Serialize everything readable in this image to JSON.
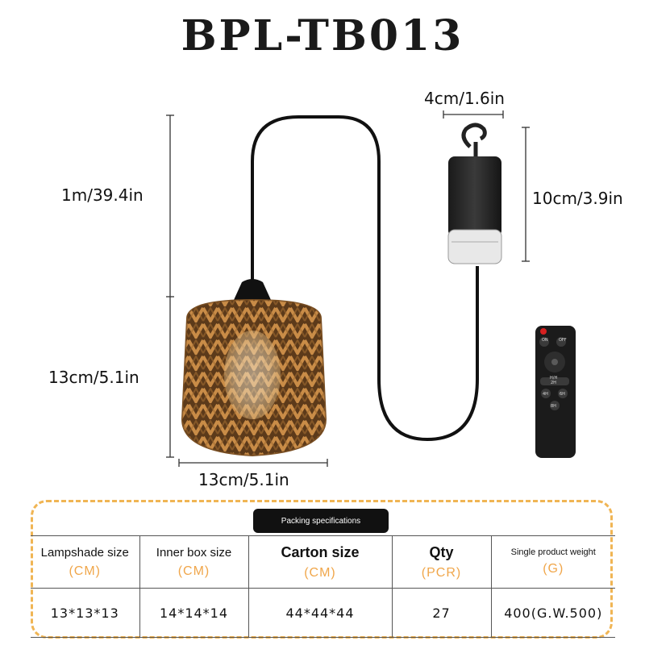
{
  "title": "BPL-TB013",
  "dimensions": {
    "cord_length": "1m/39.4in",
    "shade_height": "13cm/5.1in",
    "shade_width": "13cm/5.1in",
    "battery_width": "4cm/1.6in",
    "battery_height": "10cm/3.9in"
  },
  "remote": {
    "buttons": [
      "ON",
      "OFF",
      "H/H",
      "2H",
      "4H",
      "6H",
      "8H"
    ]
  },
  "packing": {
    "label": "Packing specifications",
    "columns": [
      {
        "name": "Lampshade size",
        "unit": "(CM)",
        "value": "13*13*13"
      },
      {
        "name": "Inner box size",
        "unit": "(CM)",
        "value": "14*14*14"
      },
      {
        "name": "Carton size",
        "unit": "(CM)",
        "value": "44*44*44"
      },
      {
        "name": "Qty",
        "unit": "(PCR)",
        "value": "27"
      },
      {
        "name": "Single product weight",
        "unit": "(G)",
        "value": "400(G.W.500)"
      }
    ]
  },
  "colors": {
    "accent": "#f0b554",
    "unit_text": "#f0a64a",
    "rattan": "#b9803f"
  }
}
